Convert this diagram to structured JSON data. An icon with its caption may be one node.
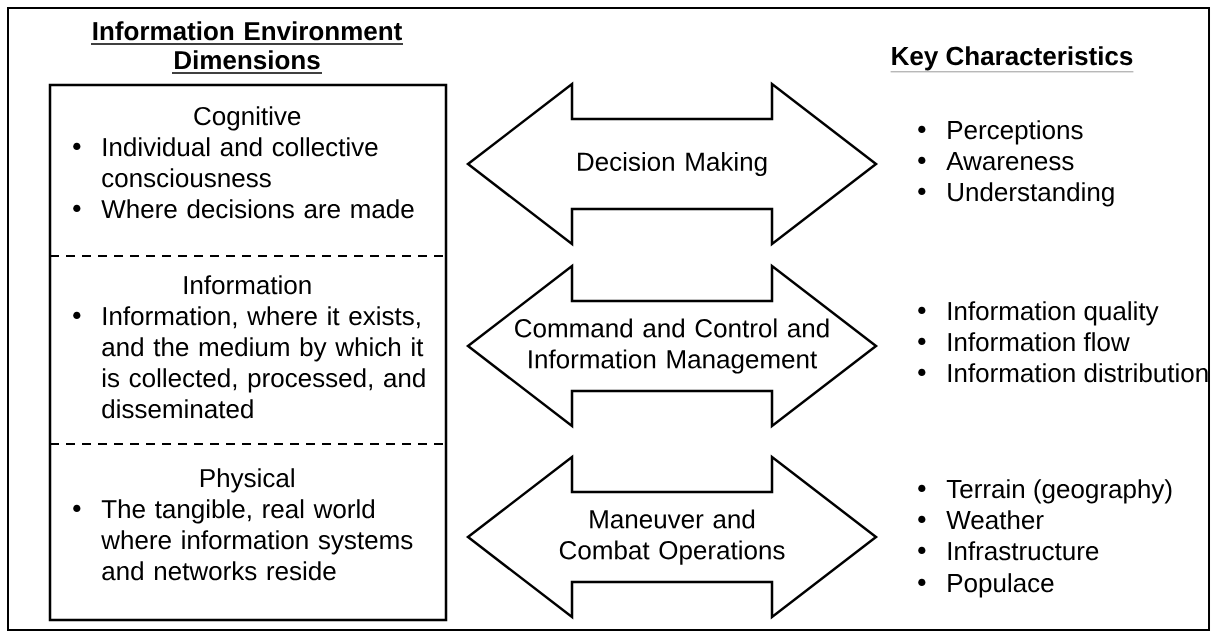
{
  "diagram": {
    "nodes": [
      {
        "text": [
          "Information Environment Dimensions"
        ]
      },
      {
        "text": [
          "Cognitive",
          "Individual and collective consciousness",
          "Where decisions are made"
        ],
        "in": 0
      },
      {
        "text": [
          "Information",
          "Information, where it exists, and the medium by which it is collected, processed, and disseminated"
        ],
        "in": 0
      },
      {
        "text": [
          "Physical",
          "The tangible, real world where information systems and networks reside"
        ],
        "in": 0
      },
      {
        "text": [
          "Decision Making"
        ]
      },
      {
        "text": [
          "Command and Control and Information Management"
        ]
      },
      {
        "text": [
          "Maneuver and Combat Operations"
        ]
      }
    ],
    "labels": [
      "Key Characteristics",
      "Perceptions",
      "Awareness",
      "Understanding",
      "Information quality",
      "Information flow",
      "Information distribution",
      "Terrain (geography)",
      "Weather",
      "Infrastructure",
      "Populace"
    ]
  }
}
